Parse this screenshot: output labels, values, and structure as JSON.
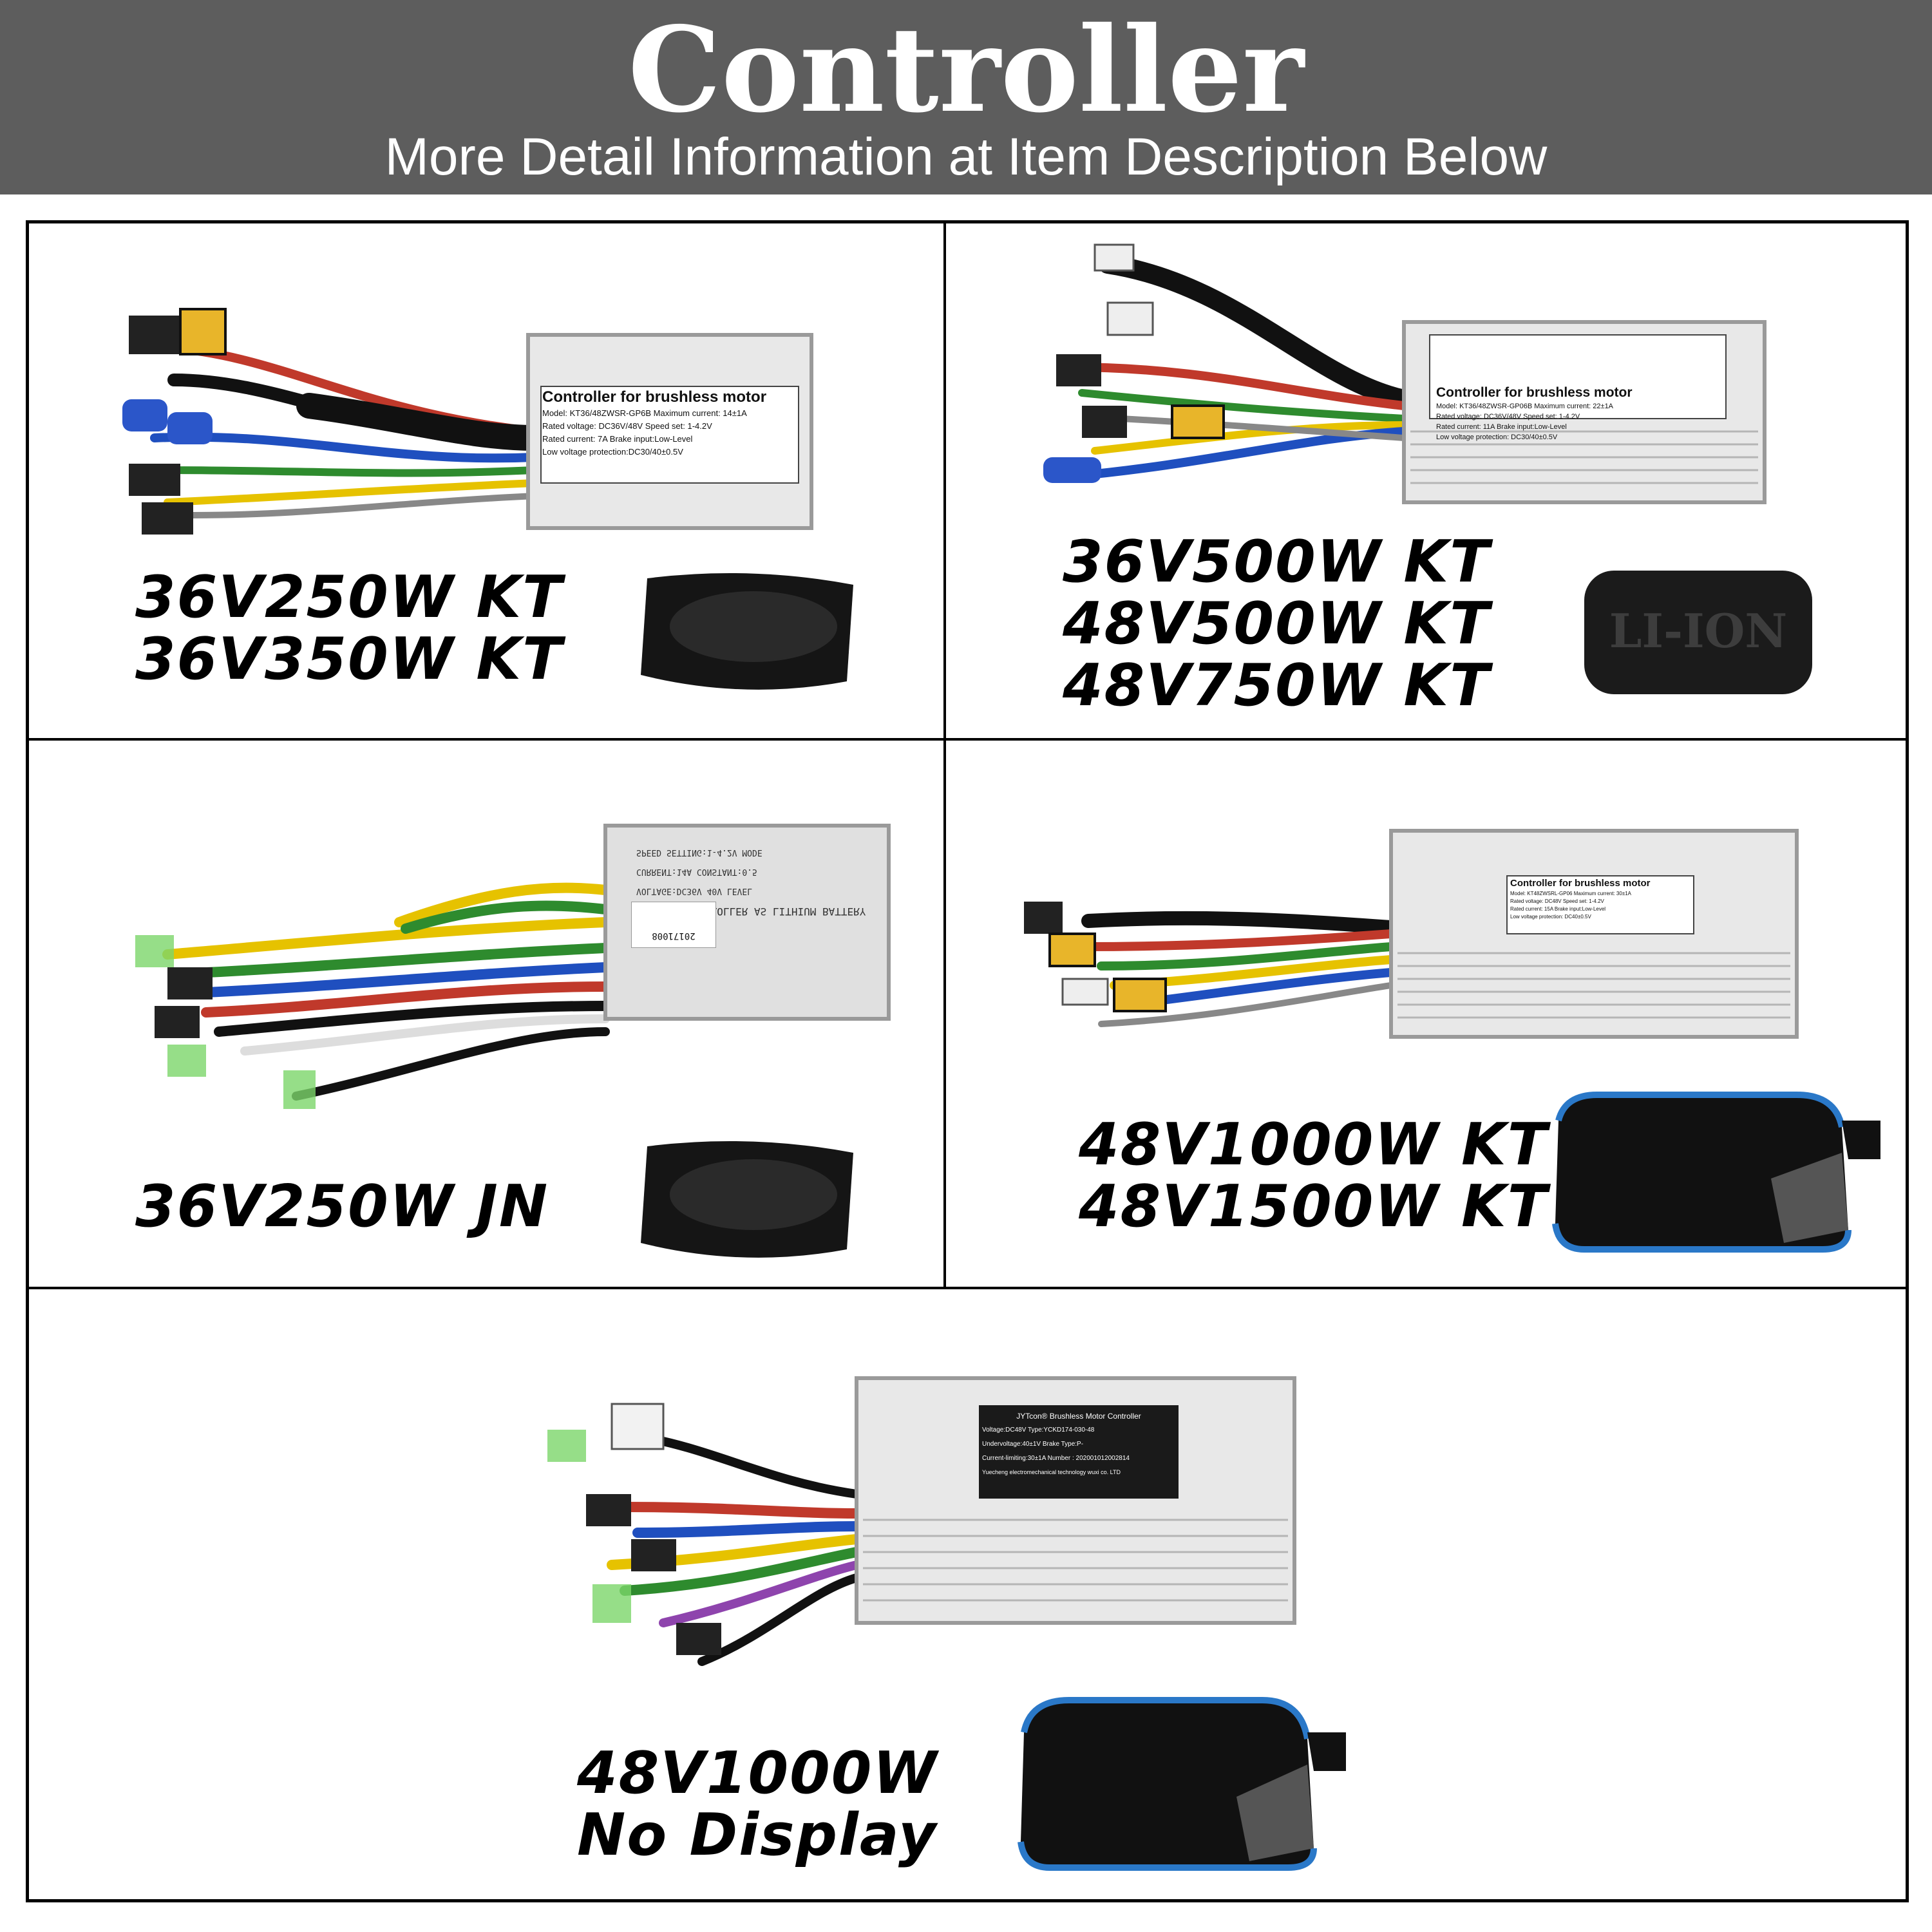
{
  "header": {
    "title": "Controller",
    "subtitle": "More Detail Information at Item Description Below",
    "background": "#5d5d5d"
  },
  "products": [
    {
      "lines": [
        "36V250W KT",
        "36V350W KT"
      ],
      "plate_title": "Controller for brushless motor",
      "plate_rows": [
        "Model:  KT36/48ZWSR-GP6B    Maximum current:  14±1A",
        "Rated voltage:  DC36V/48V    Speed set:  1-4.2V",
        "Rated current:  7A    Brake input:Low-Level",
        "Low voltage protection:DC30/40±0.5V"
      ],
      "accessory": "display-icon"
    },
    {
      "lines": [
        "36V500W KT",
        "48V500W KT",
        "48V750W KT"
      ],
      "plate_title": "Controller for brushless motor",
      "plate_rows": [
        "Model:  KT36/48ZWSR-GP06B    Maximum current:  22±1A",
        "Rated voltage:  DC36V/48V    Speed set:  1-4.2V",
        "Rated current:  11A    Brake input:Low-Level",
        "Low voltage protection:  DC30/40±0.5V"
      ],
      "accessory_text": "LI-ION"
    },
    {
      "lines": [
        "36V250W JN"
      ],
      "plate_rows": [
        "DC MOTO CONTROLLER AS LITHIUM BATTERY",
        "VOLTAGE:DC36V    40V LEVEL",
        "CURRENT:14A    CONSTANT:0.5",
        "SPEED SETTING:1-4.2V MODE"
      ],
      "sticker": "20171008"
    },
    {
      "lines": [
        "48V1000W KT",
        "48V1500W KT"
      ],
      "plate_title": "Controller for brushless motor",
      "plate_rows": [
        "Model:  KT48ZWSRL-GP06    Maximum current:  30±1A",
        "Rated voltage:  DC48V    Speed set:  1-4.2V",
        "Rated current:  15A    Brake input:Low-Level",
        "Low voltage protection:  DC40±0.5V"
      ]
    },
    {
      "lines": [
        "48V1000W",
        "No Display"
      ],
      "plate_title": "JYTcon® Brushless Motor Controller",
      "plate_rows": [
        "Voltage:DC48V    Type:YCKD174-030-48",
        "Undervoltage:40±1V    Brake Type:P-",
        "Current-limiting:30±1A    Number : 202001012002814",
        "Yuecheng electromechanical technology wuxi co. LTD"
      ]
    }
  ]
}
